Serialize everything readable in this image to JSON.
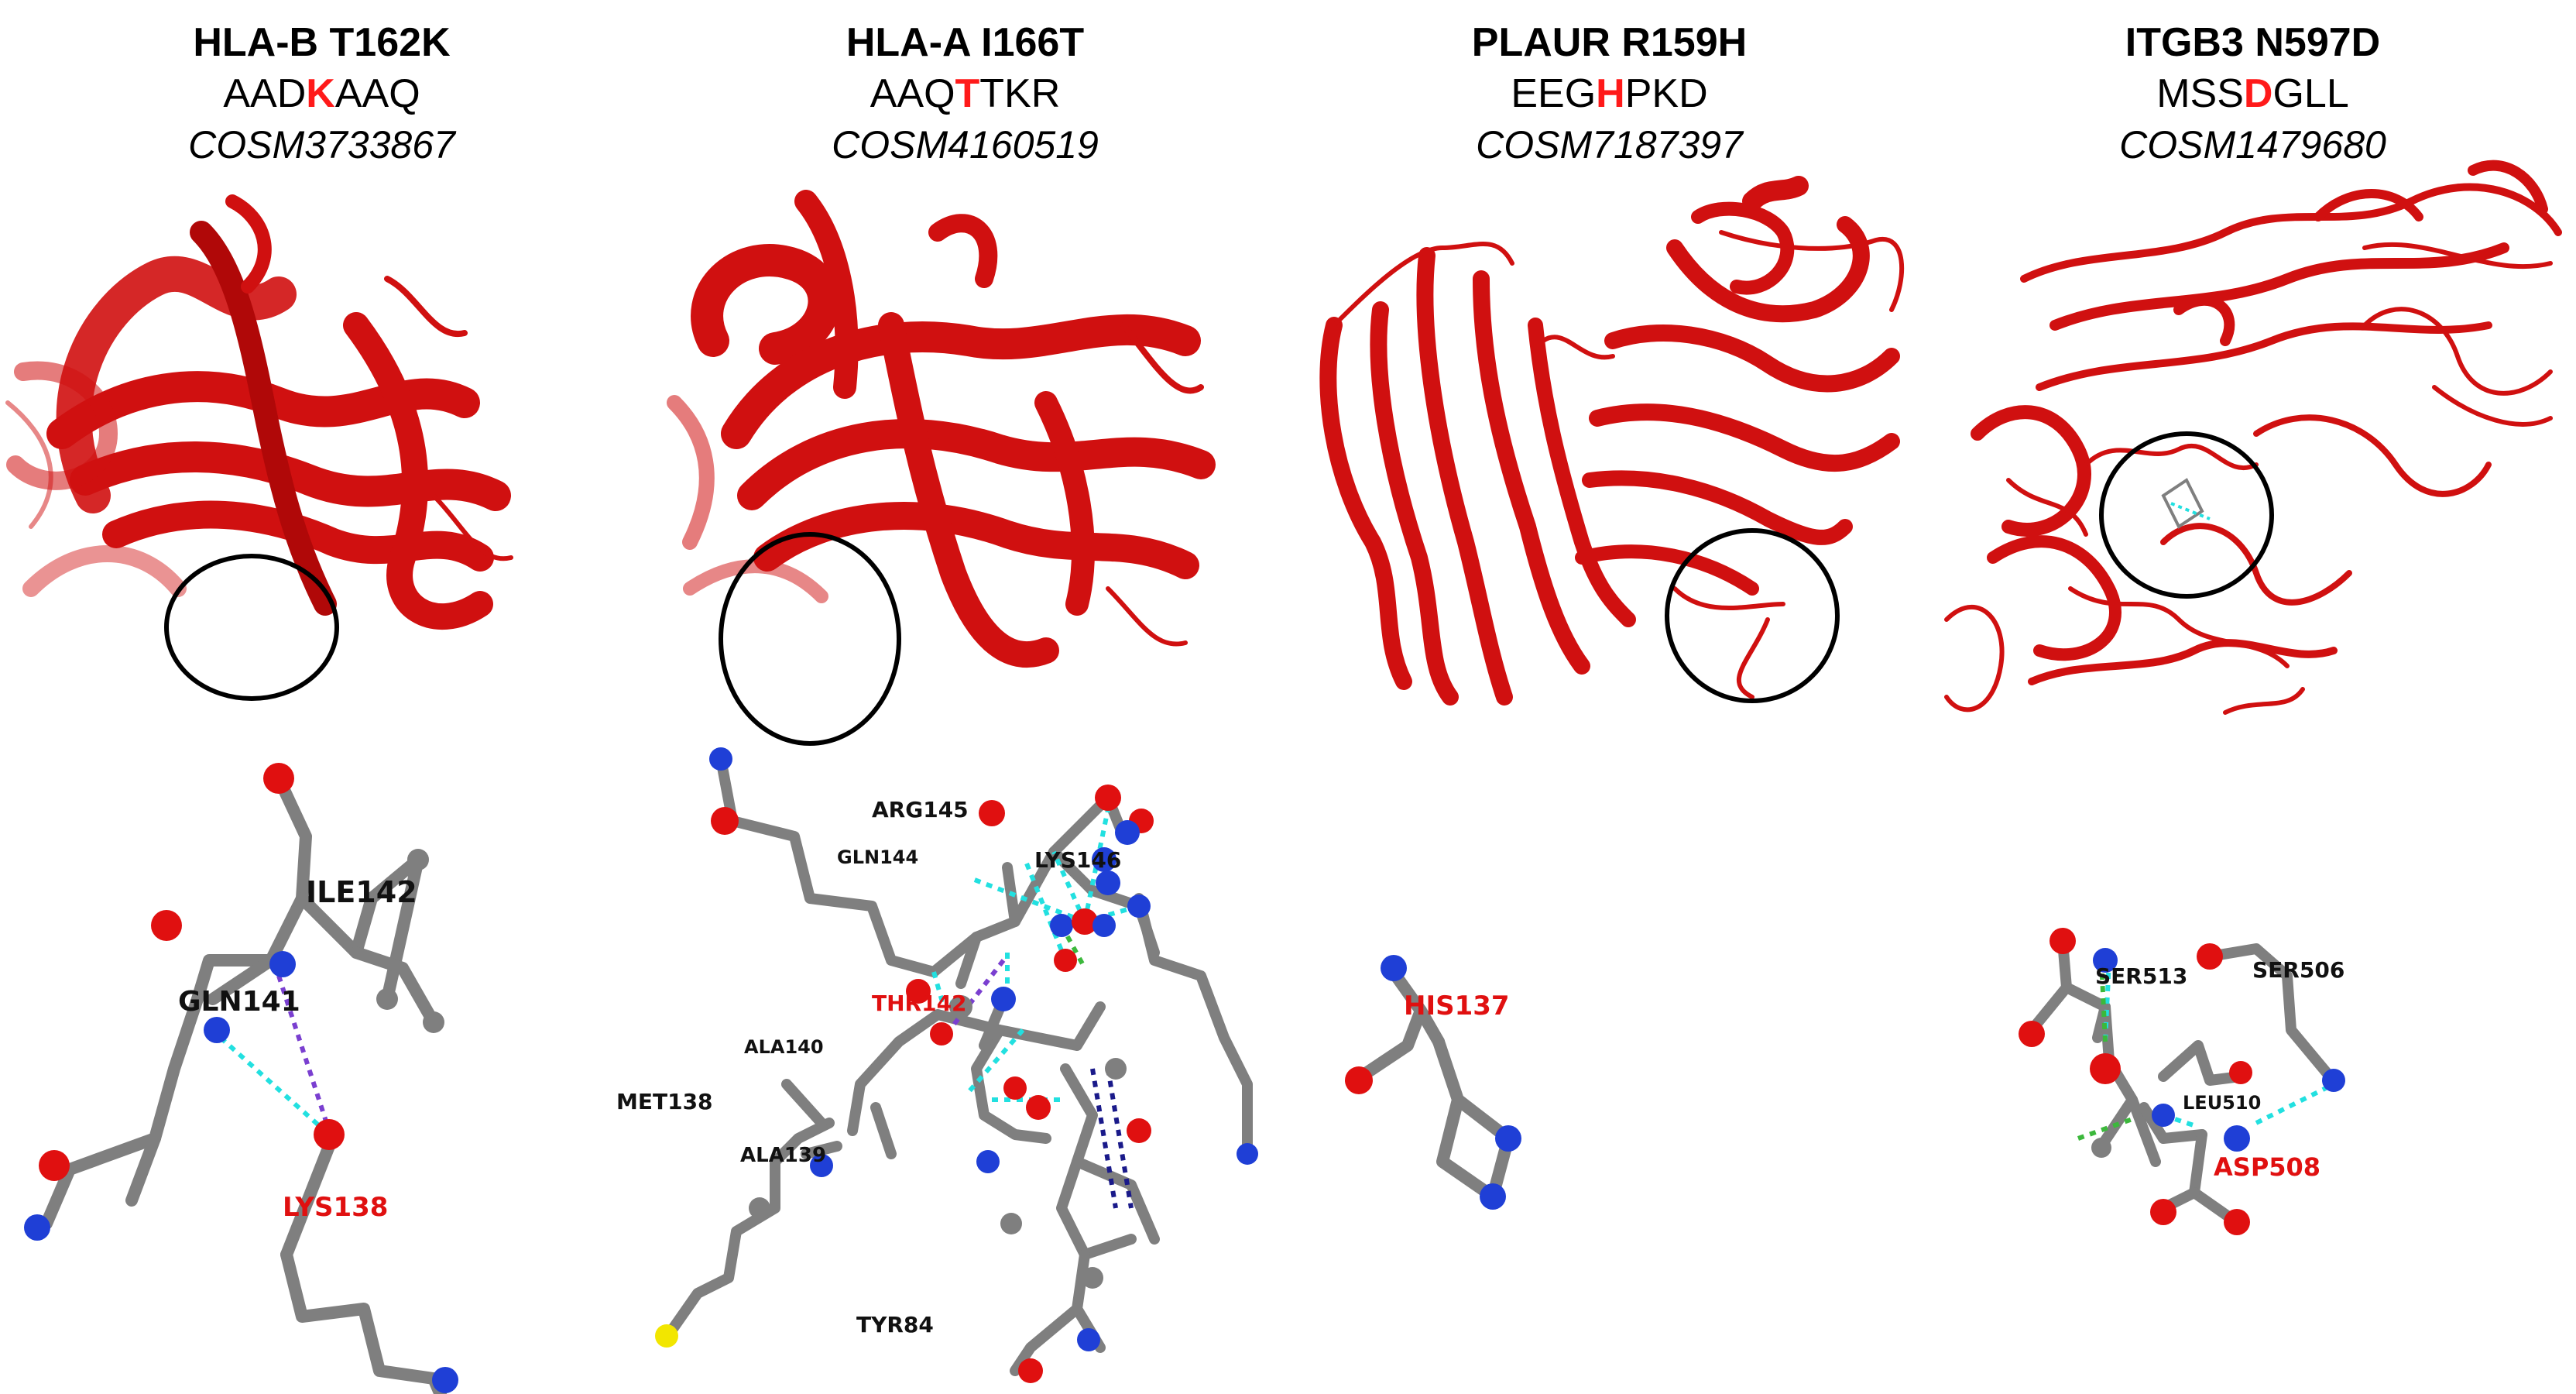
{
  "panels": [
    {
      "gene_label": "HLA-B T162K",
      "seq_prefix": "AAD",
      "seq_mutant": "K",
      "seq_suffix": "AAQ",
      "cosmic_id": "COSM3733867",
      "residues": [
        "ILE142",
        "GLN141",
        "LYS138"
      ],
      "mutant_residue": "LYS138"
    },
    {
      "gene_label": "HLA-A I166T",
      "seq_prefix": "AAQ",
      "seq_mutant": "T",
      "seq_suffix": "TKR",
      "cosmic_id": "COSM4160519",
      "residues": [
        "ARG145",
        "GLN144",
        "LYS146",
        "THR142",
        "ALA140",
        "MET138",
        "ALA139",
        "TYR84"
      ],
      "mutant_residue": "THR142"
    },
    {
      "gene_label": "PLAUR R159H",
      "seq_prefix": "EEG",
      "seq_mutant": "H",
      "seq_suffix": "PKD",
      "cosmic_id": "COSM7187397",
      "residues": [
        "HIS137"
      ],
      "mutant_residue": "HIS137"
    },
    {
      "gene_label": "ITGB3 N597D",
      "seq_prefix": "MSS",
      "seq_mutant": "D",
      "seq_suffix": "GLL",
      "cosmic_id": "COSM1479680",
      "residues": [
        "SER513",
        "SER506",
        "LEU510",
        "ASP508"
      ],
      "mutant_residue": "ASP508"
    }
  ],
  "colors": {
    "ribbon": "#d01010",
    "ribbon_dark": "#8e0000",
    "carbon": "#7f7f7f",
    "oxygen": "#e01010",
    "nitrogen": "#1f3fd6",
    "sulfur": "#f2e600",
    "hbond": "#22e0e0",
    "other_bond": "#7a3fd0",
    "green_bond": "#3cb83c",
    "mutant_label": "#e01010",
    "residue_label": "#111111"
  }
}
